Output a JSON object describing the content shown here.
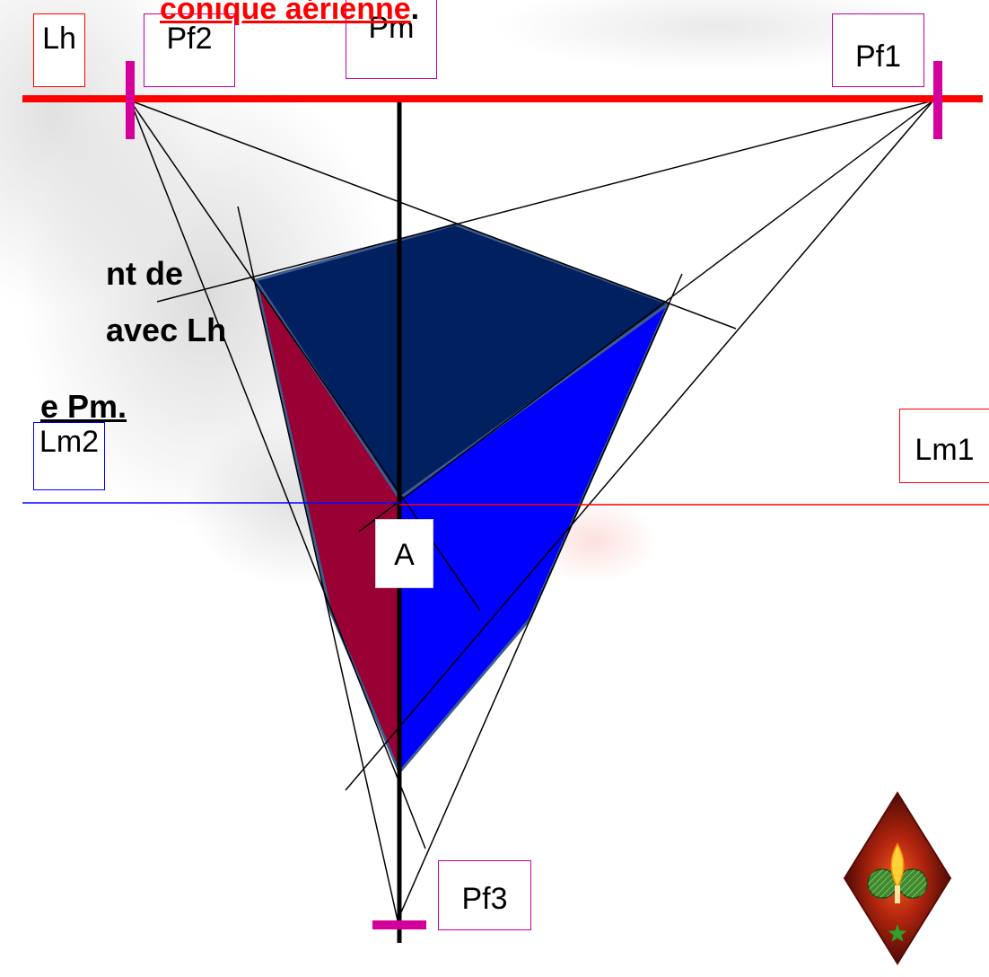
{
  "title": {
    "text": "conique aérienne",
    "punctuation": "."
  },
  "side_text": [
    "nt de",
    "avec Lh",
    "e Pm."
  ],
  "labels": {
    "lh": "Lh",
    "pf2": "Pf2",
    "pm": "Pm",
    "pf1": "Pf1",
    "lm2": "Lm2",
    "lm1": "Lm1",
    "a": "A",
    "pf3": "Pf3"
  },
  "colors": {
    "title": "#ff0000",
    "horizon": "#ff0000",
    "vanishing_markers": "#d4009b",
    "pm_line": "#000000",
    "lm2_line": "#0000ff",
    "lm1_line": "#ff0000",
    "construction_lines": "#000000",
    "top_face": "#002060",
    "left_face": "#990033",
    "right_face": "#0000ff",
    "face_outline": "#3d5c8e",
    "label_border_red": "#ff0000",
    "label_border_magenta": "#c4009a",
    "label_border_blue": "#0000ff"
  },
  "logo": {
    "icon": "diamond-emblem-icon"
  }
}
